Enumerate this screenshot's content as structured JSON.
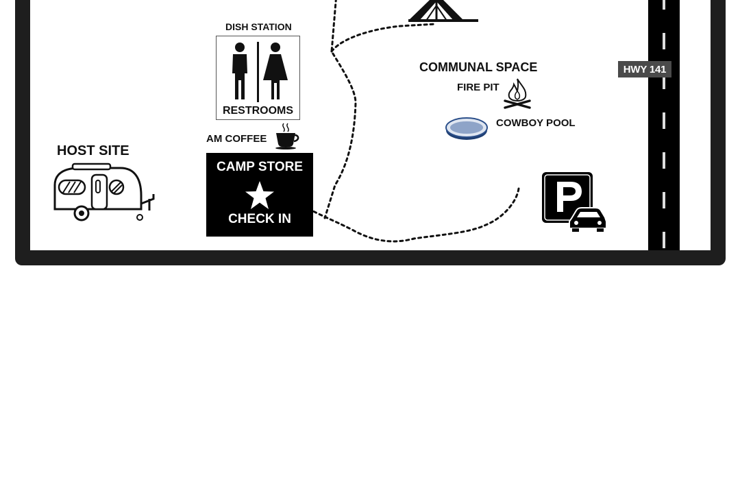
{
  "labels": {
    "dish_station": "DISH STATION",
    "restrooms": "RESTROOMS",
    "am_coffee": "AM COFFEE",
    "host_site": "HOST SITE",
    "camp_store_line1": "CAMP STORE",
    "camp_store_line2": "CHECK IN",
    "communal_space": "COMMUNAL SPACE",
    "fire_pit": "FIRE PIT",
    "cowboy_pool": "COWBOY POOL",
    "highway": "HWY 141"
  },
  "icons": {
    "restroom": "restroom-icon",
    "coffee": "coffee-cup-icon",
    "trailer": "camper-trailer-icon",
    "store": "star-icon",
    "fire": "campfire-icon",
    "pool": "pool-icon",
    "parking": "parking-icon",
    "tent": "tent-icon"
  },
  "colors": {
    "frame": "#1e1e1e",
    "road": "#000000",
    "road_lane": "#dddddd",
    "sign_background": "#4a4a4a",
    "pool_fill": "#8ea4c8",
    "pool_rim": "#2b4f8a"
  }
}
